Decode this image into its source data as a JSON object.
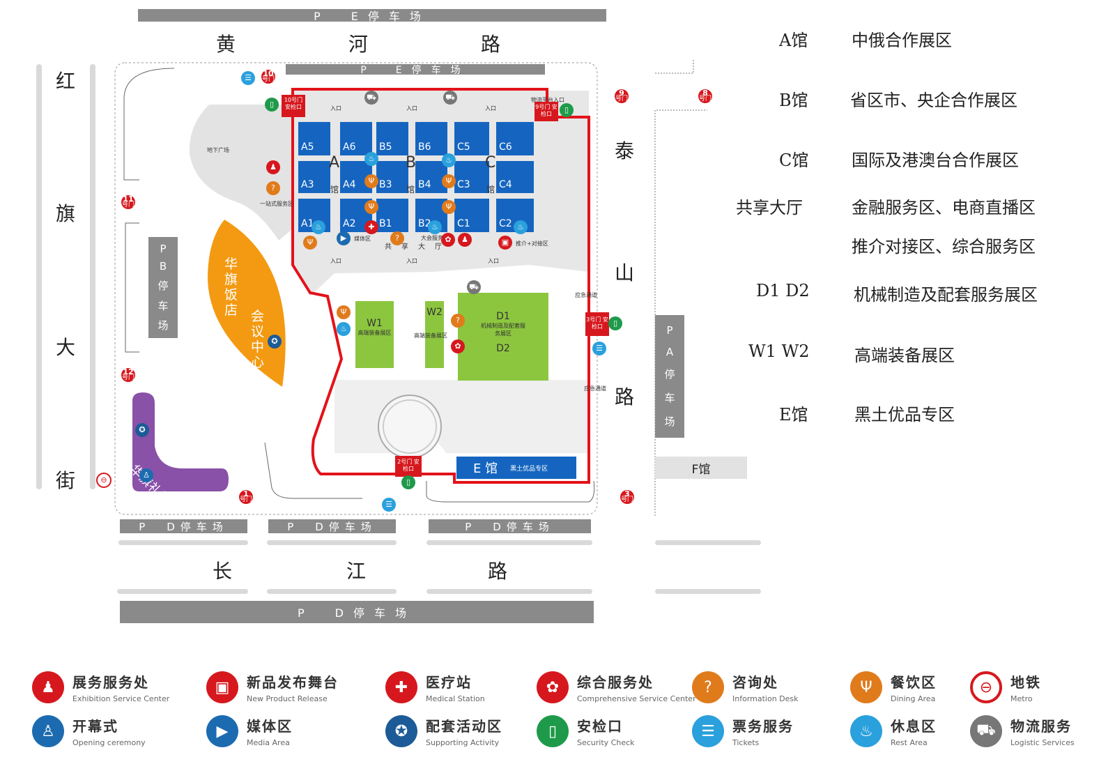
{
  "roads": {
    "north": [
      "黄",
      "河",
      "路"
    ],
    "south": [
      "长",
      "江",
      "路"
    ],
    "west": [
      "红",
      "旗",
      "大",
      "街"
    ],
    "east": [
      "泰",
      "山",
      "路"
    ]
  },
  "parking": {
    "top": "P　E停车场",
    "inner_top": "P　E停车场",
    "b_lot": [
      "P",
      "B",
      "停",
      "车",
      "场"
    ],
    "a_lot": [
      "P",
      "A",
      "停",
      "车",
      "场"
    ],
    "d_lots": [
      "P　D停车场",
      "P　D停车场",
      "P　D停车场"
    ],
    "bottom": "P　D停车场",
    "f_hall": "F馆"
  },
  "halls": {
    "blue": [
      "A5",
      "A6",
      "B5",
      "B6",
      "C5",
      "C6",
      "A3",
      "A4",
      "B3",
      "B4",
      "C3",
      "C4",
      "A1",
      "A2",
      "B1",
      "B2",
      "C1",
      "C2"
    ],
    "row_labels": [
      "A",
      "B",
      "C"
    ],
    "guan": "馆",
    "w1": "W1",
    "w1_sub": "高端装备展区",
    "w2": "W2",
    "w2_sub": "高端装备展区",
    "d1": "D1",
    "d_sub": "机械制造及配套服务展区",
    "d2": "D2",
    "e_hall": "E 馆",
    "e_sub": "黑土优品专区",
    "hotel": "华旗饭店",
    "conference": "会议中心",
    "auditorium": "华旗礼堂",
    "underground": "地下广场",
    "onestop": "一站式服务区",
    "shared_hall": "共享大厅",
    "media": "媒体区",
    "promo": "推介+对接区",
    "meeting": "大会服务",
    "logistics_entry": "物流平台入口",
    "emergency": "应急通道",
    "entrance": "入口"
  },
  "gates": [
    {
      "num": "10",
      "label": "号门"
    },
    {
      "num": "9",
      "label": "号门"
    },
    {
      "num": "8",
      "label": "号门"
    },
    {
      "num": "11",
      "label": "号门"
    },
    {
      "num": "12",
      "label": "号门"
    },
    {
      "num": "1",
      "label": "号门"
    },
    {
      "num": "3",
      "label": "号门"
    }
  ],
  "checkpoints": [
    "10号门 安检口",
    "9号门 安检口",
    "3号门 安检口",
    "2号门 安检口"
  ],
  "legend": [
    {
      "hall": "A馆",
      "desc": "中俄合作展区"
    },
    {
      "hall": "B馆",
      "desc": "省区市、央企合作展区"
    },
    {
      "hall": "C馆",
      "desc": "国际及港澳台合作展区"
    },
    {
      "hall": "共享大厅",
      "desc": "金融服务区、电商直播区"
    },
    {
      "hall": "",
      "desc": "推介对接区、综合服务区"
    },
    {
      "hall": "D1  D2",
      "desc": "机械制造及配套服务展区"
    },
    {
      "hall": "W1  W2",
      "desc": "高端装备展区"
    },
    {
      "hall": "E馆",
      "desc": "黑土优品专区"
    }
  ],
  "keys": [
    {
      "zh": "展务服务处",
      "en": "Exhibition Service Center",
      "icon": "service-icon",
      "color": "#d6181e"
    },
    {
      "zh": "新品发布舞台",
      "en": "New Product Release",
      "icon": "stage-icon",
      "color": "#d6181e"
    },
    {
      "zh": "医疗站",
      "en": "Medical Station",
      "icon": "medical-icon",
      "color": "#d6181e"
    },
    {
      "zh": "综合服务处",
      "en": "Comprehensive Service Center",
      "icon": "comprehensive-icon",
      "color": "#d6181e"
    },
    {
      "zh": "咨询处",
      "en": "Information Desk",
      "icon": "question-icon",
      "color": "#e07b1c"
    },
    {
      "zh": "餐饮区",
      "en": "Dining Area",
      "icon": "dining-icon",
      "color": "#e07b1c"
    },
    {
      "zh": "地铁",
      "en": "Metro",
      "icon": "metro-icon",
      "color": "#d6181e"
    },
    {
      "zh": "开幕式",
      "en": "Opening ceremony",
      "icon": "podium-icon",
      "color": "#1c6bb0"
    },
    {
      "zh": "媒体区",
      "en": "Media Area",
      "icon": "camera-icon",
      "color": "#1c6bb0"
    },
    {
      "zh": "配套活动区",
      "en": "Supporting Activity",
      "icon": "star-icon",
      "color": "#1c5b97"
    },
    {
      "zh": "安检口",
      "en": "Security Check",
      "icon": "security-icon",
      "color": "#1e9a4a"
    },
    {
      "zh": "票务服务",
      "en": "Tickets",
      "icon": "ticket-icon",
      "color": "#2aa0dc"
    },
    {
      "zh": "休息区",
      "en": "Rest Area",
      "icon": "rest-icon",
      "color": "#2aa0dc"
    },
    {
      "zh": "物流服务",
      "en": "Logistic Services",
      "icon": "truck-icon",
      "color": "#777777"
    }
  ]
}
